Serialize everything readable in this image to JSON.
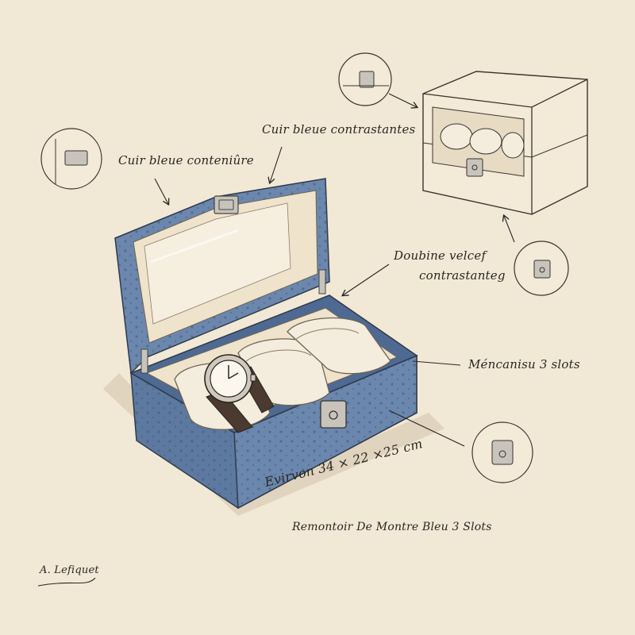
{
  "annotations": {
    "leather_left": "Cuir bleue conteniûre",
    "leather_top": "Cuir bleue contrastantes",
    "lining_line1": "Doubine velcef",
    "lining_line2": "contrastanteg",
    "mechanism": "Méncanisu 3 slots",
    "dimensions": "Evirvon 34 × 22 ×25 cm",
    "product_name": "Remontoir De Montre Bleu 3 Slots"
  },
  "signature": "A. Lefiquet",
  "colors": {
    "paper": "#f1e8d6",
    "leather_blue": "#6b87ad",
    "leather_dark": "#4e6a92",
    "cream_lining": "#efe3cc",
    "ink": "#2a2622",
    "metal": "#c9c4bb"
  }
}
